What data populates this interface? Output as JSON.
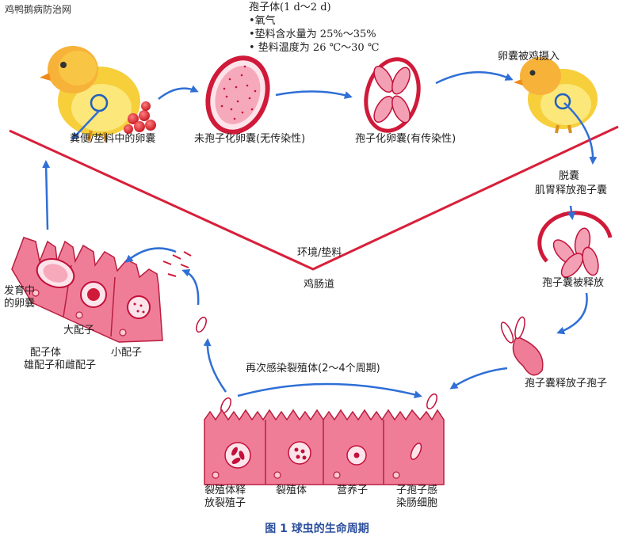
{
  "watermark": "鸡鸭鹅病防治网",
  "conditions": {
    "title": "孢子体(1 d～2 d)",
    "items": [
      "•氧气",
      "•垫料含水量为 25%～35%",
      "• 垫料温度为 26 ℃～30 ℃"
    ]
  },
  "labels": {
    "feces_oocysts": "粪便/垫料中的卵囊",
    "unsporulated": "未孢子化卵囊(无传染性)",
    "sporulated": "孢子化卵囊(有传染性)",
    "ingested": "卵囊被鸡摄入",
    "excyst_1": "脱囊",
    "excyst_2": "肌胃释放孢子囊",
    "environment": "环境/垫料",
    "chicken_gut": "鸡肠道",
    "sporocyst_released": "孢子囊被释放",
    "sporozoites_released": "孢子囊释放子孢子",
    "reinfection": "再次感染裂殖体(2～4个周期)",
    "developing_oocyst_1": "发育中",
    "developing_oocyst_2": "的卵囊",
    "macrogamete": "大配子",
    "microgamete": "小配子",
    "gametocyte_1": "配子体",
    "gametocyte_2": "雄配子和雌配子",
    "schizont_release_1": "裂殖体释",
    "schizont_release_2": "放裂殖子",
    "schizont": "裂殖体",
    "trophozoite": "营养子",
    "sporozoite_infect_1": "子孢子感",
    "sporozoite_infect_2": "染肠细胞"
  },
  "caption": "图 1  球虫的生命周期",
  "colors": {
    "divider": "#d8203a",
    "arrow": "#2f6fd6",
    "cell_fill": "#f07d98",
    "cell_stroke": "#b81e3f",
    "chick_body": "#f6cf3a",
    "chick_head": "#f7b23a",
    "egg_red": "#e0262e",
    "caption": "#2c4f9e"
  }
}
